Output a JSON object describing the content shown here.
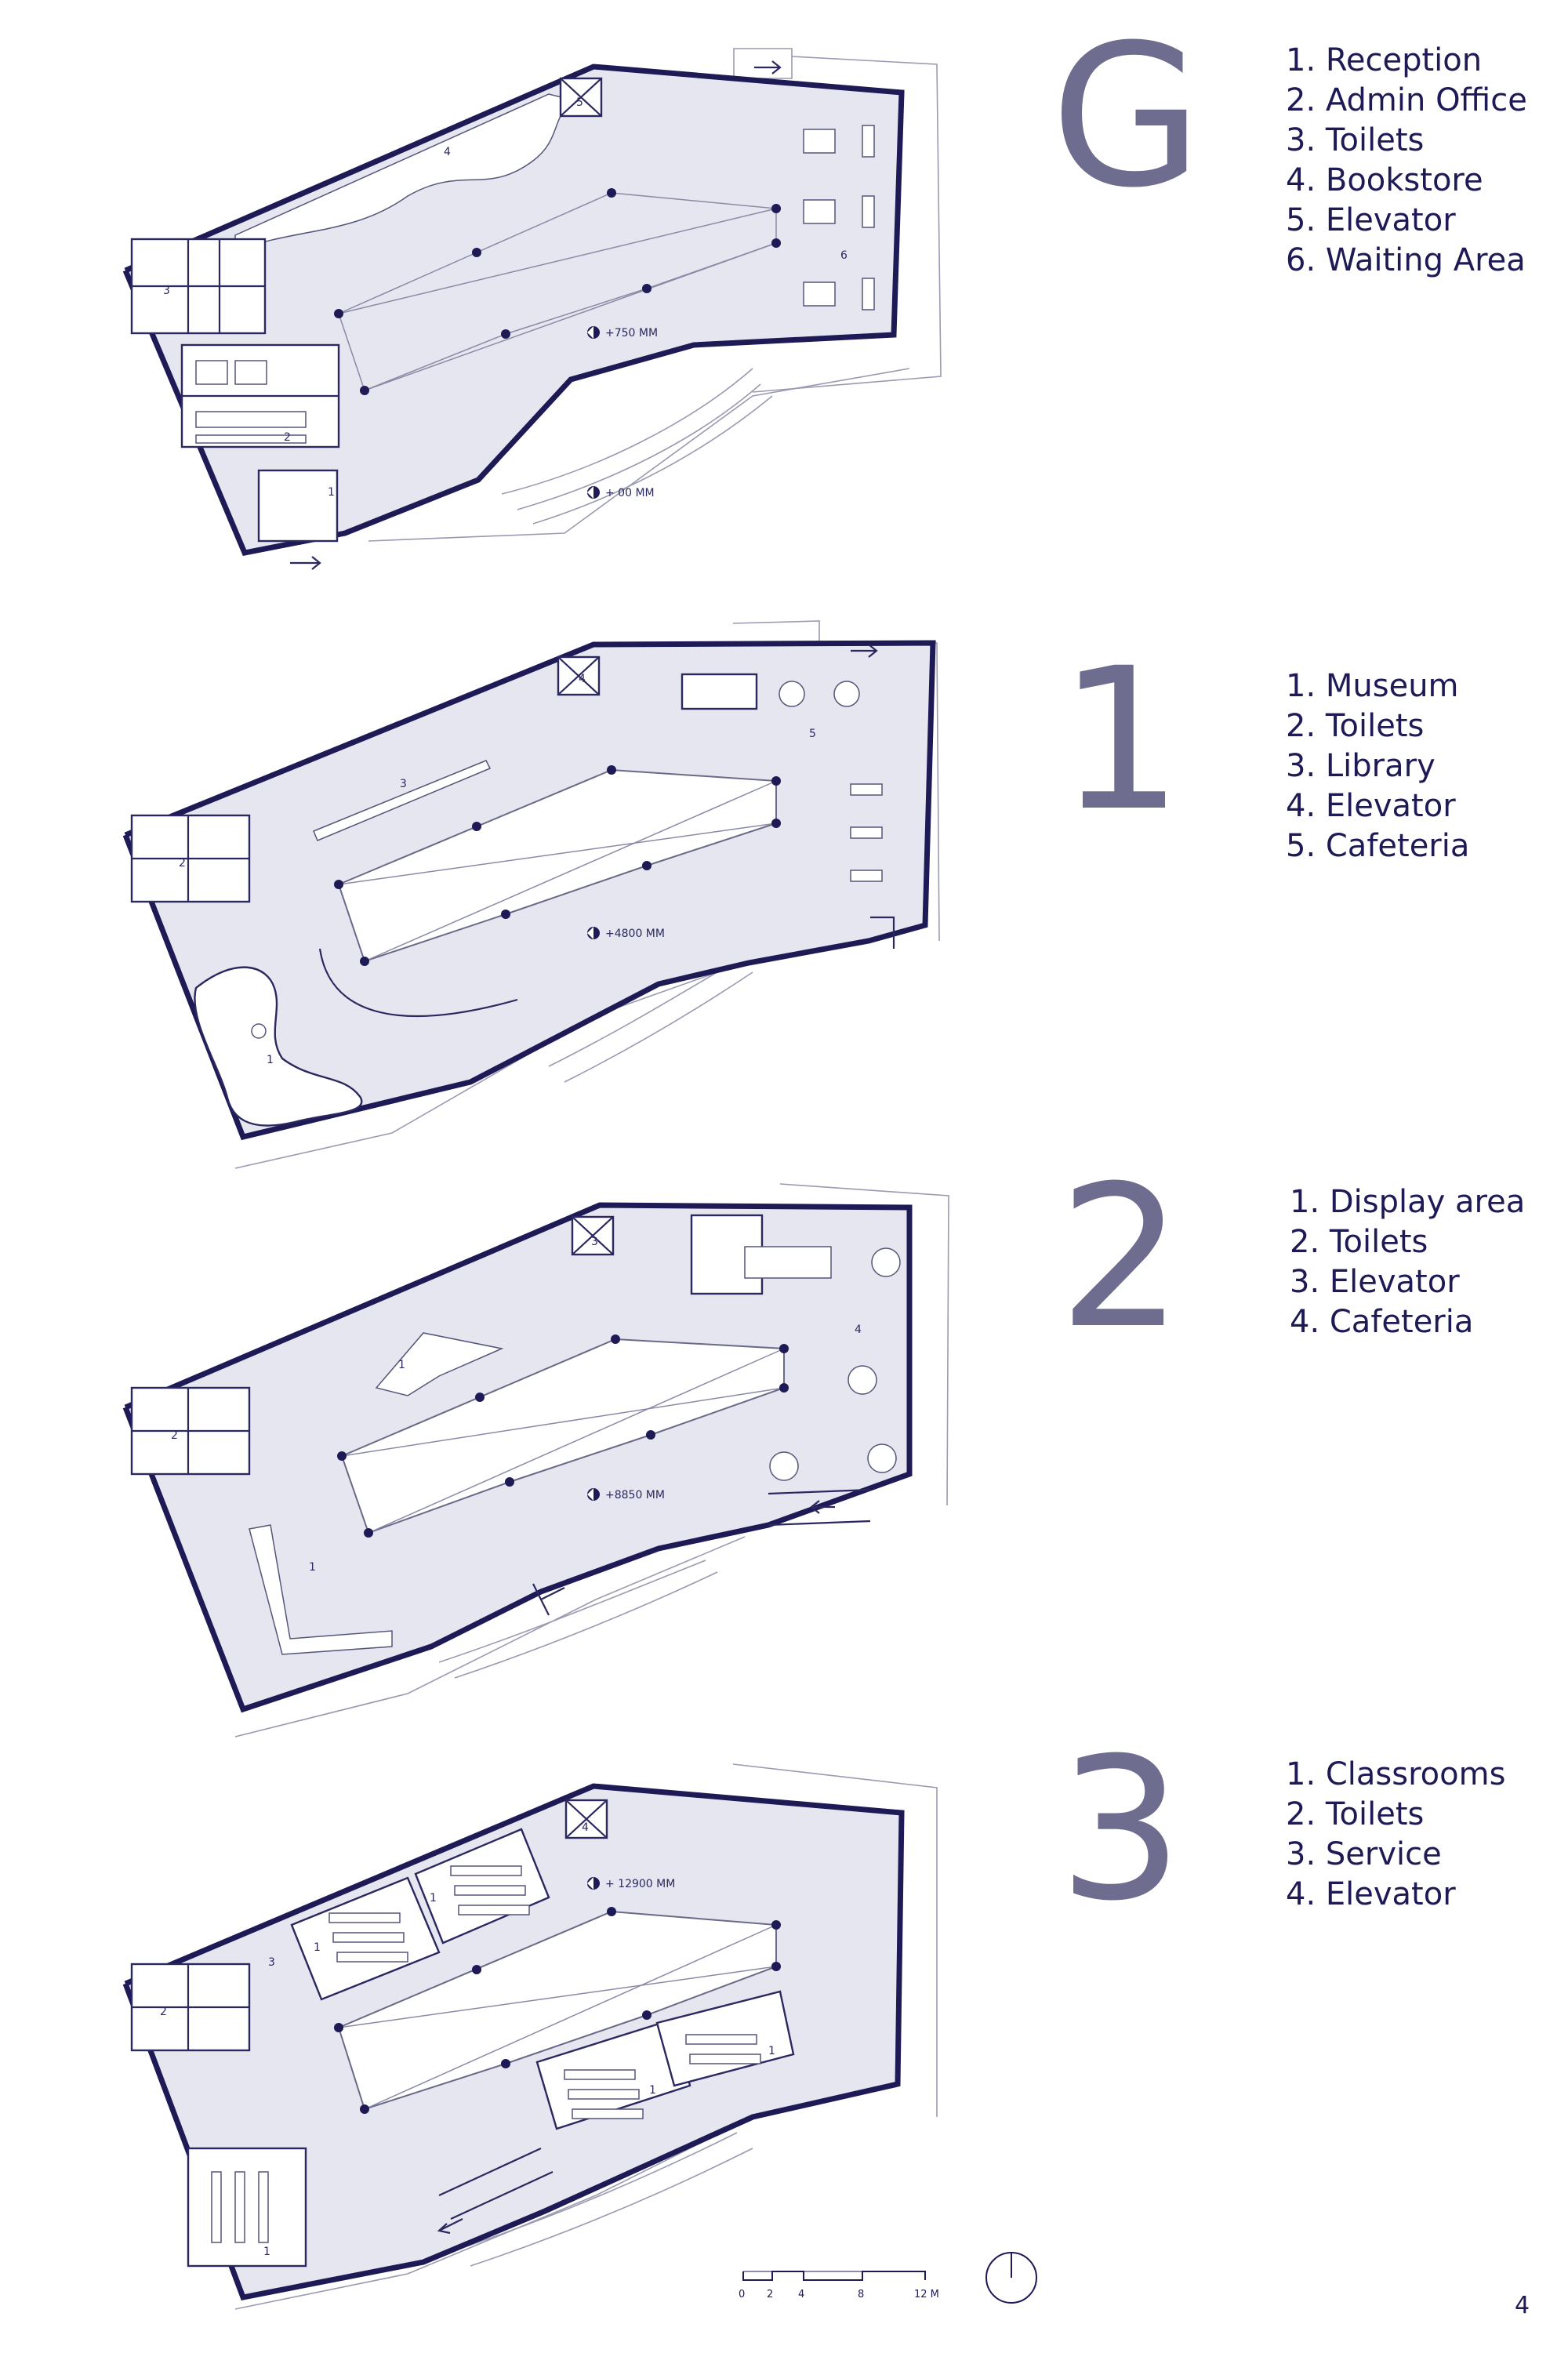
{
  "floors": [
    {
      "id": "G",
      "label": "G",
      "legend": [
        "1. Reception",
        "2. Admin Office",
        "3. Toilets",
        "4. Bookstore",
        "5. Elevator",
        "6. Waiting Area"
      ],
      "room_tags": [
        "1",
        "2",
        "3",
        "4",
        "5",
        "6"
      ],
      "levels": [
        "+750 MM",
        "+ 00 MM"
      ]
    },
    {
      "id": "1",
      "label": "1",
      "legend": [
        "1. Museum",
        "2. Toilets",
        "3. Library",
        "4. Elevator",
        "5. Cafeteria"
      ],
      "room_tags": [
        "1",
        "2",
        "3",
        "4",
        "5"
      ],
      "levels": [
        "+4800 MM"
      ]
    },
    {
      "id": "2",
      "label": "2",
      "legend": [
        "1. Display area",
        "2. Toilets",
        "3. Elevator",
        "4. Cafeteria"
      ],
      "room_tags": [
        "1",
        "1",
        "2",
        "3",
        "4"
      ],
      "levels": [
        "+8850 MM"
      ]
    },
    {
      "id": "3",
      "label": "3",
      "legend": [
        "1. Classrooms",
        "2. Toilets",
        "3. Service",
        "4. Elevator"
      ],
      "room_tags": [
        "1",
        "1",
        "1",
        "1",
        "1",
        "2",
        "3",
        "4"
      ],
      "levels": [
        "+ 12900 MM"
      ]
    }
  ],
  "scale_bar": {
    "ticks": [
      "0",
      "2",
      "4",
      "8",
      "12 M"
    ]
  },
  "page_number": "4",
  "colors": {
    "ink": "#1d1a56",
    "floor_fill": "#e6e6f0",
    "floor_label": "#6f6d8f"
  }
}
